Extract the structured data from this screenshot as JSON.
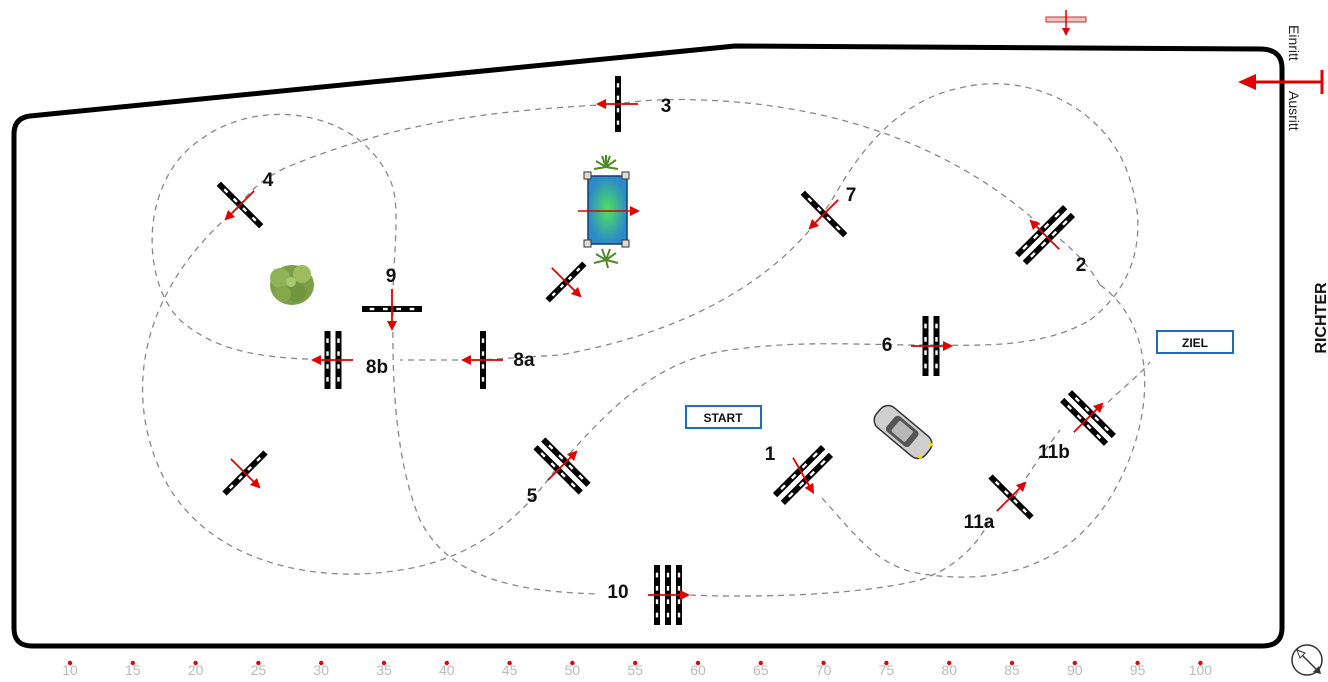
{
  "arena": {
    "judge_label": "RICHTER",
    "entry_label": "Einritt",
    "exit_label": "Ausritt",
    "start_label": "START",
    "finish_label": "ZIEL"
  },
  "obstacles": {
    "o1": "1",
    "o2": "2",
    "o3": "3",
    "o4": "4",
    "o5": "5",
    "o6": "6",
    "o7": "7",
    "o8a": "8a",
    "o8b": "8b",
    "o9": "9",
    "o10": "10",
    "o11a": "11a",
    "o11b": "11b"
  },
  "scale": [
    "10",
    "15",
    "20",
    "25",
    "30",
    "35",
    "40",
    "45",
    "50",
    "55",
    "60",
    "65",
    "70",
    "75",
    "80",
    "85",
    "90",
    "95",
    "100"
  ],
  "colors": {
    "arena_border": "#000000",
    "route": "#888888",
    "arrow": "#e00000",
    "label_box": "#1a6fc0",
    "water": "#2aa66a",
    "scale_dot": "#e00000",
    "scale_text": "#bbbbbb"
  },
  "icons": {
    "compass": "compass-icon",
    "car": "car-icon",
    "bush": "bush-icon",
    "plant": "plant-icon"
  }
}
